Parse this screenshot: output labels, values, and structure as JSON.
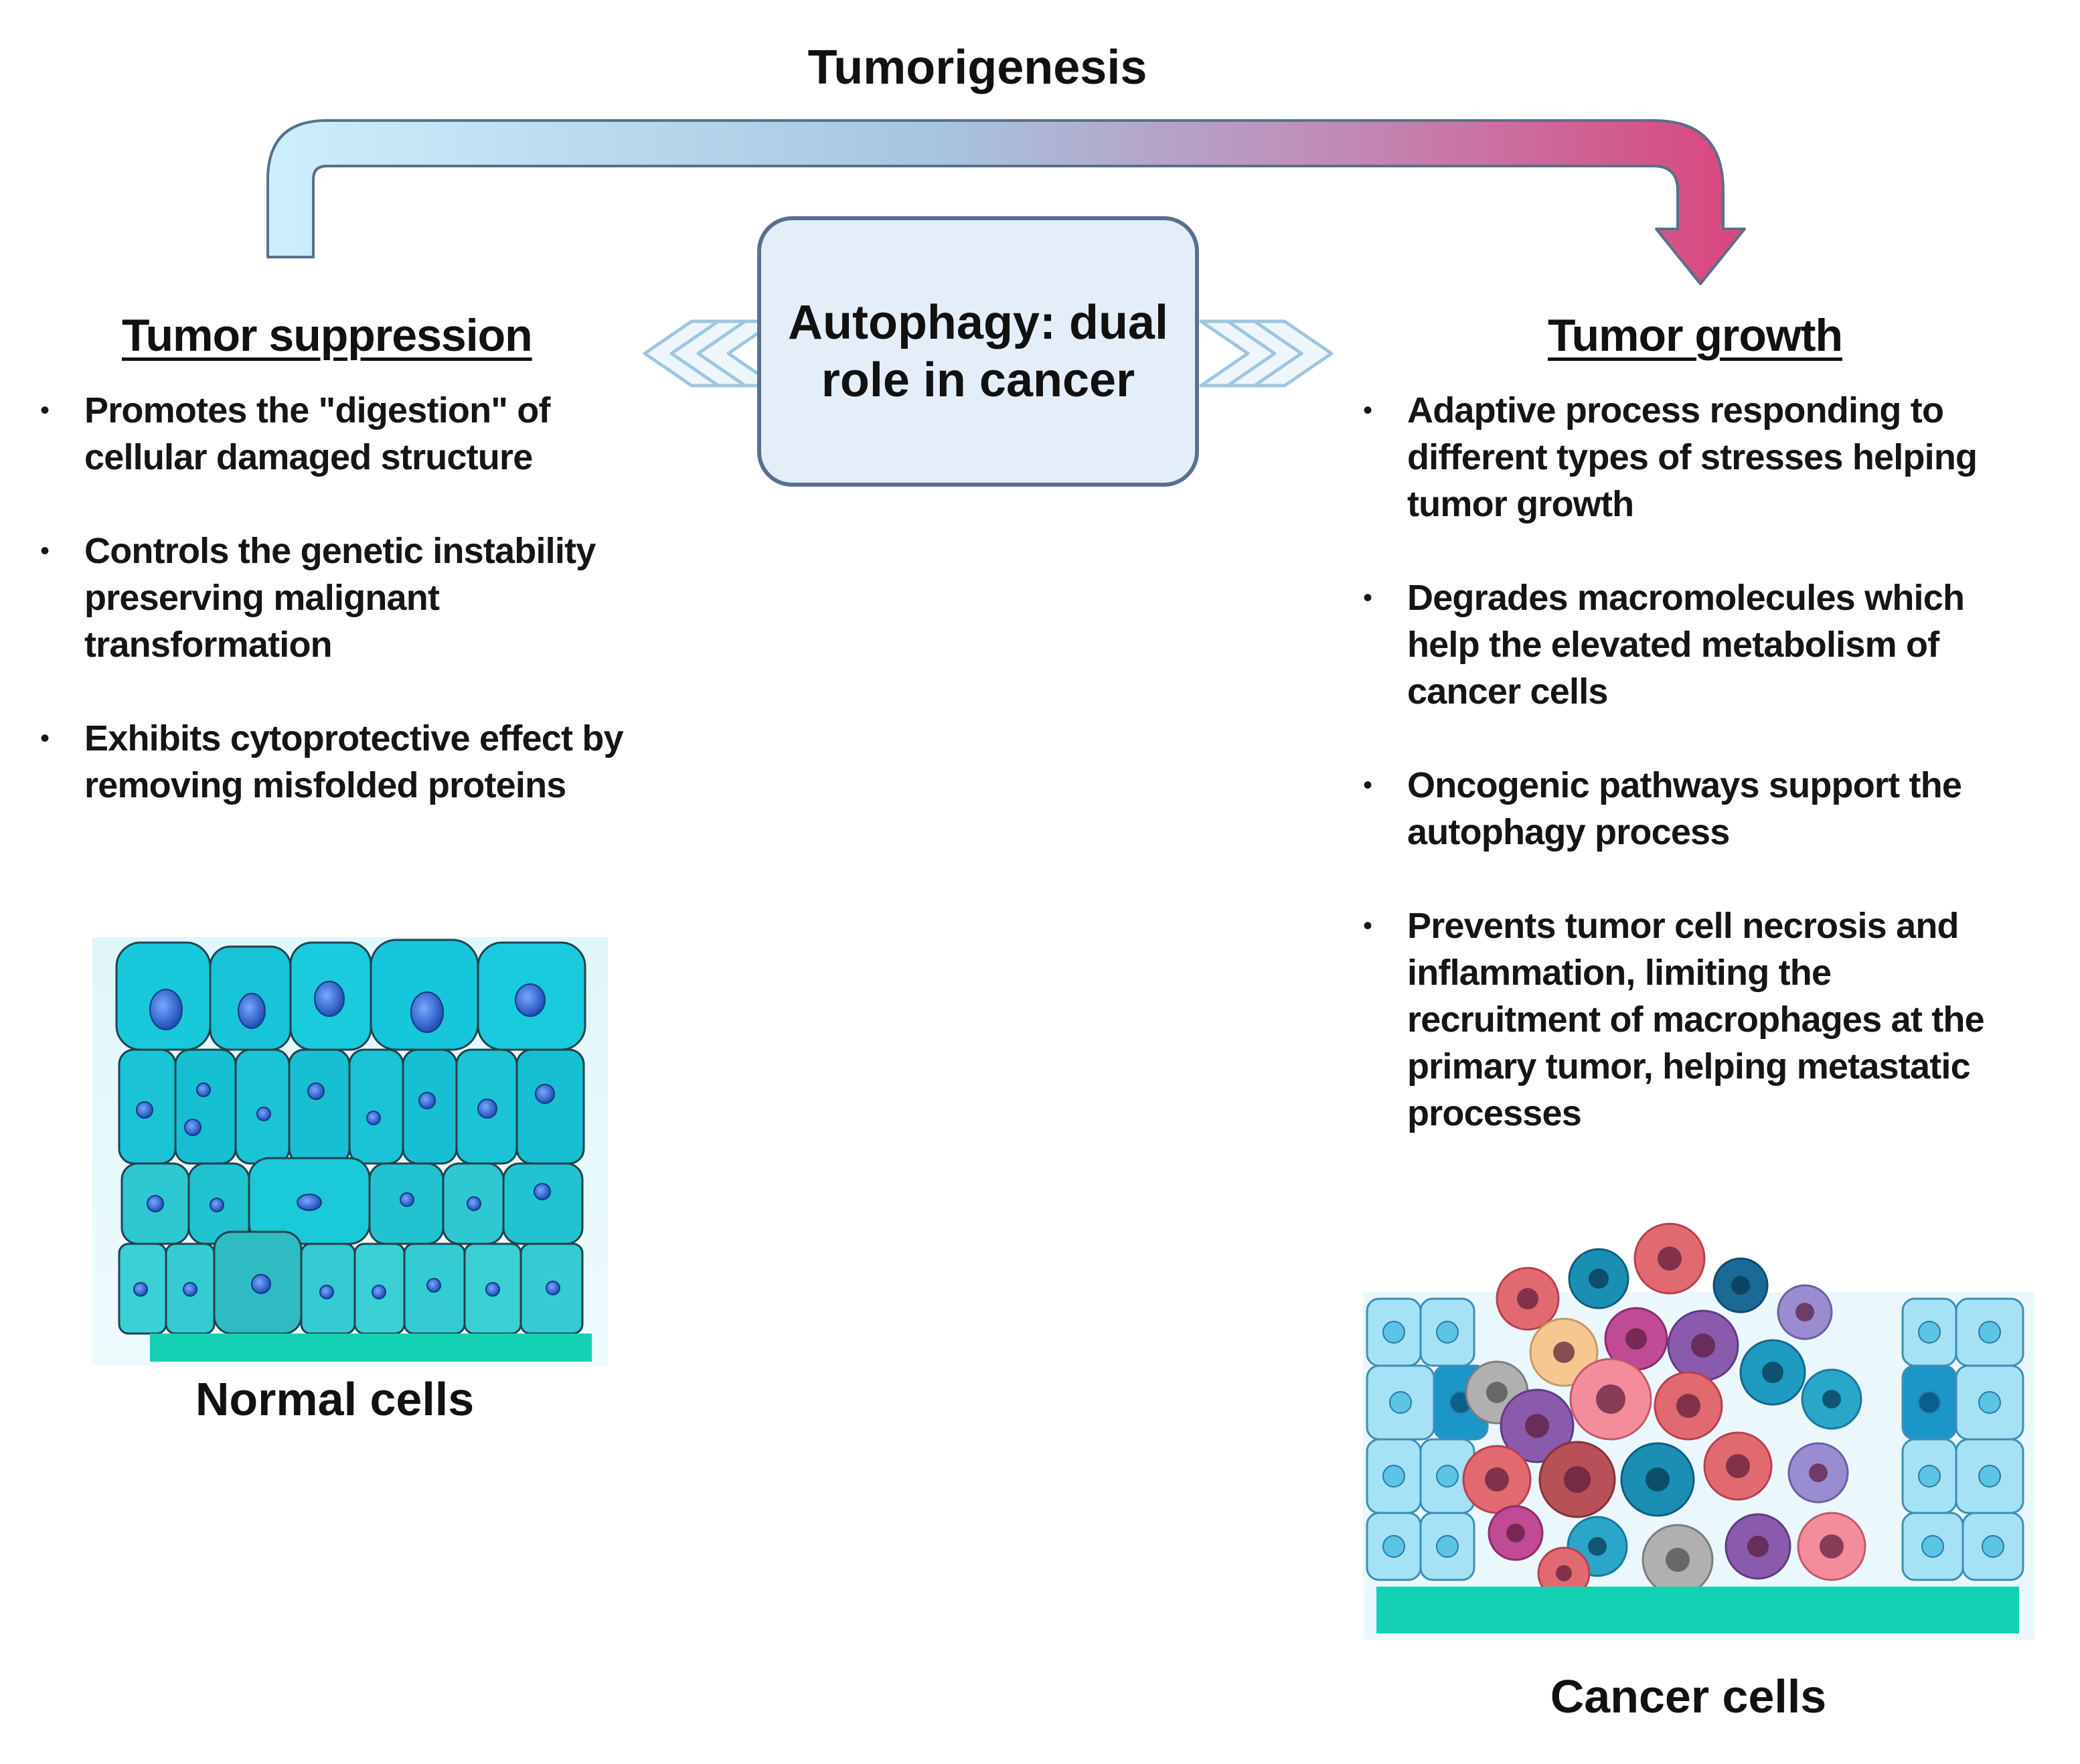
{
  "title": "Tumorigenesis",
  "center_box": {
    "line1": "Autophagy: dual",
    "line2": "role in cancer"
  },
  "left": {
    "heading": "Tumor suppression",
    "bullets": [
      " Promotes the \"digestion\" of\ncellular damaged structure",
      "Controls the genetic instability\npreserving malignant\ntransformation",
      "Exhibits cytoprotective effect by\nremoving misfolded proteins"
    ],
    "caption": "Normal cells"
  },
  "right": {
    "heading": "Tumor growth",
    "bullets": [
      " Adaptive process responding to\ndifferent types of stresses helping\ntumor growth",
      "Degrades macromolecules which\nhelp the elevated metabolism of\ncancer cells",
      "Oncogenic pathways support the\nautophagy process",
      "Prevents tumor cell necrosis and\ninflammation, limiting the\nrecruitment of macrophages at the\nprimary tumor, helping metastatic\nprocesses"
    ],
    "caption": "Cancer cells"
  },
  "colors": {
    "arrow_start": "#c6ecfa",
    "arrow_end": "#d9467c",
    "box_fill": "#e4eef8",
    "box_border": "#5a7090",
    "chevron": "#9ec6e0",
    "normal_cell": "#18c9dc",
    "basement": "#14d1b4"
  }
}
